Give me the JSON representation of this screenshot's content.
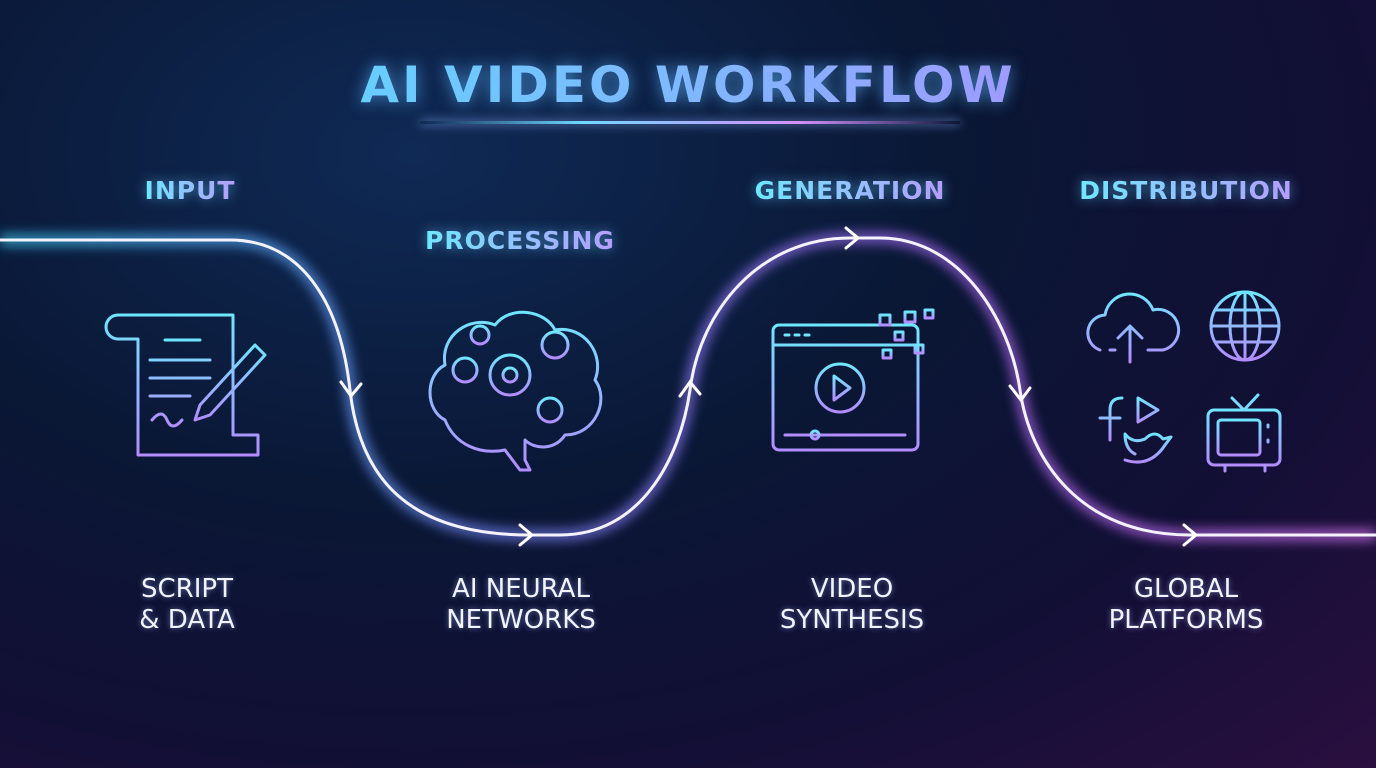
{
  "title": "AI VIDEO WORKFLOW",
  "stages": [
    {
      "label": "INPUT",
      "desc1": "SCRIPT",
      "desc2": "& DATA",
      "icon": "script-pencil-icon"
    },
    {
      "label": "PROCESSING",
      "desc1": "AI NEURAL",
      "desc2": "NETWORKS",
      "icon": "brain-gears-icon"
    },
    {
      "label": "GENERATION",
      "desc1": "VIDEO",
      "desc2": "SYNTHESIS",
      "icon": "video-player-icon"
    },
    {
      "label": "DISTRIBUTION",
      "desc1": "GLOBAL",
      "desc2": "PLATFORMS",
      "icon": "platforms-icon"
    }
  ],
  "colors": {
    "cyan": "#4ee6ff",
    "blue": "#6f8cff",
    "purple": "#b66bff",
    "pink": "#e07bff"
  }
}
